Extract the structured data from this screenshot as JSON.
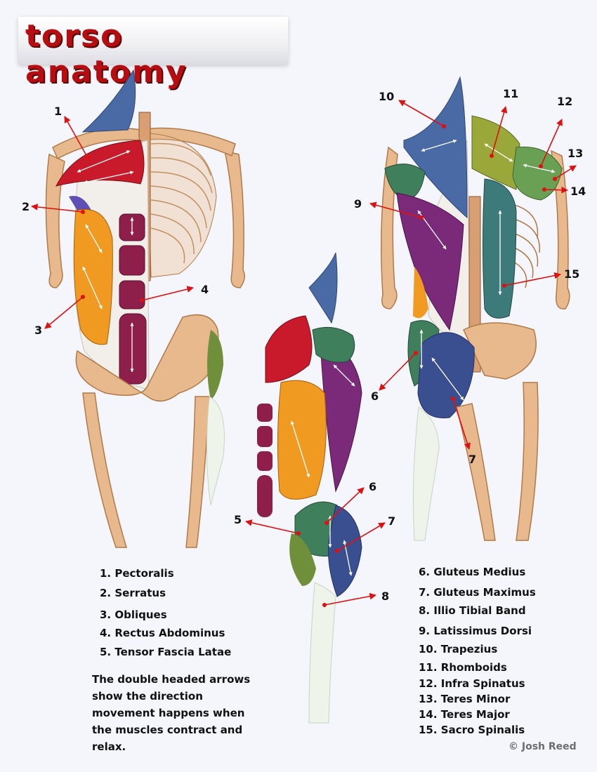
{
  "title": "torso anatomy",
  "callouts": [
    "1",
    "2",
    "3",
    "4",
    "5",
    "6",
    "7",
    "8",
    "9",
    "10",
    "11",
    "12",
    "13",
    "14",
    "15",
    "6",
    "7"
  ],
  "legend_left": [
    "1.  Pectoralis",
    "2.  Serratus",
    "3.  Obliques",
    "4.  Rectus Abdominus",
    "5.  Tensor Fascia Latae"
  ],
  "legend_right": [
    "6.  Gluteus Medius",
    "7.  Gluteus Maximus",
    "8.  Illio Tibial Band",
    "9. Latissimus Dorsi",
    "10.  Trapezius",
    "11.  Rhomboids",
    "12.  Infra Spinatus",
    "13.  Teres Minor",
    "14.  Teres Major",
    "15.  Sacro Spinalis"
  ],
  "note": "The double headed arrows show the direction movement happens when the muscles contract and relax.",
  "copyright": "© Josh Reed",
  "colors": {
    "title_red": "#b50d12",
    "bone": "#e8b98c",
    "pectoralis": "#c81a2a",
    "serratus": "#5d4fb3",
    "obliques": "#f09a22",
    "rectus": "#8e1f4a",
    "tensor": "#6f8f3a",
    "gluteus_medius": "#3f7f5c",
    "gluteus_maximus": "#3a4f8f",
    "itband": "#eef4ea",
    "latissimus": "#7b2a7a",
    "trapezius": "#4a6aa6",
    "rhomboids": "#9aa83a",
    "infra": "#6aa053",
    "sacro": "#3d7a7a",
    "arrow": "#e01010"
  }
}
